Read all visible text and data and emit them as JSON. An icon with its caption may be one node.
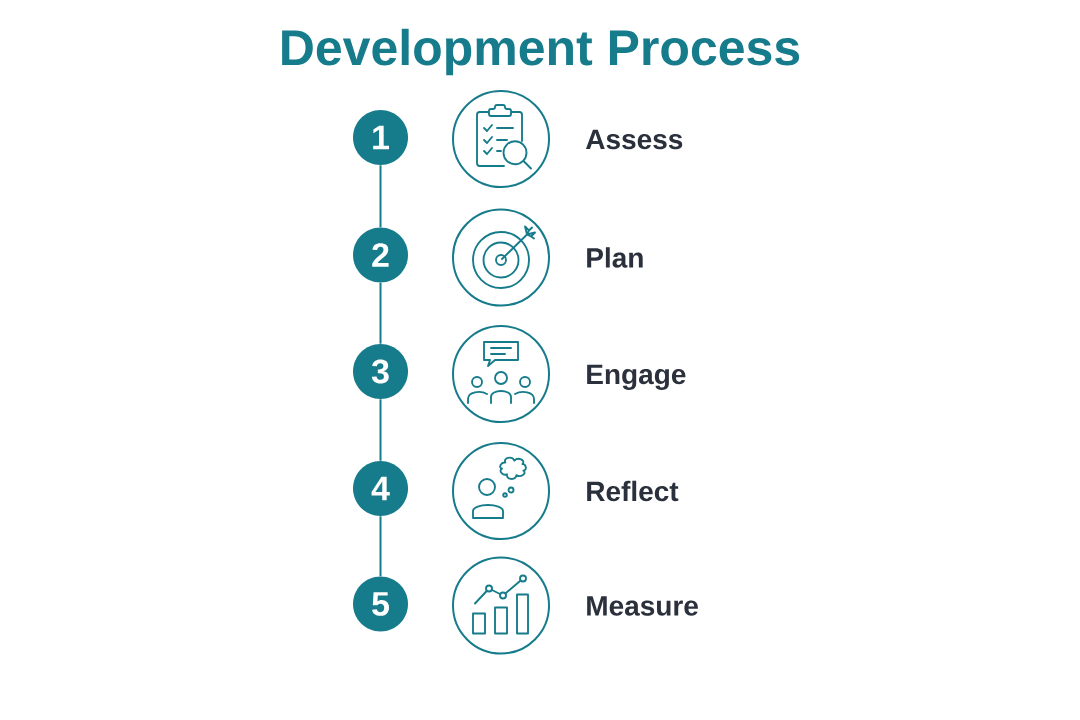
{
  "diagram": {
    "title": "Development Process",
    "nodes": [
      {
        "text": [
          "1"
        ]
      },
      {
        "text": [
          "2"
        ]
      },
      {
        "text": [
          "3"
        ]
      },
      {
        "text": [
          "4"
        ]
      },
      {
        "text": [
          "5"
        ]
      },
      {
        "text": [],
        "shape": "circle",
        "beside": [
          "Assess"
        ]
      },
      {
        "text": [],
        "shape": "circle",
        "beside": [
          "Plan"
        ]
      },
      {
        "text": [],
        "shape": "circle",
        "beside": [
          "Engage"
        ]
      },
      {
        "text": [],
        "shape": "circle",
        "beside": [
          "Reflect"
        ]
      },
      {
        "text": [],
        "shape": "circle",
        "beside": [
          "Measure"
        ]
      }
    ],
    "edges": [
      {
        "from": 0,
        "to": 1,
        "arrow": "none"
      },
      {
        "from": 1,
        "to": 2,
        "arrow": "none"
      },
      {
        "from": 2,
        "to": 3,
        "arrow": "none"
      },
      {
        "from": 3,
        "to": 4,
        "arrow": "none"
      }
    ]
  }
}
